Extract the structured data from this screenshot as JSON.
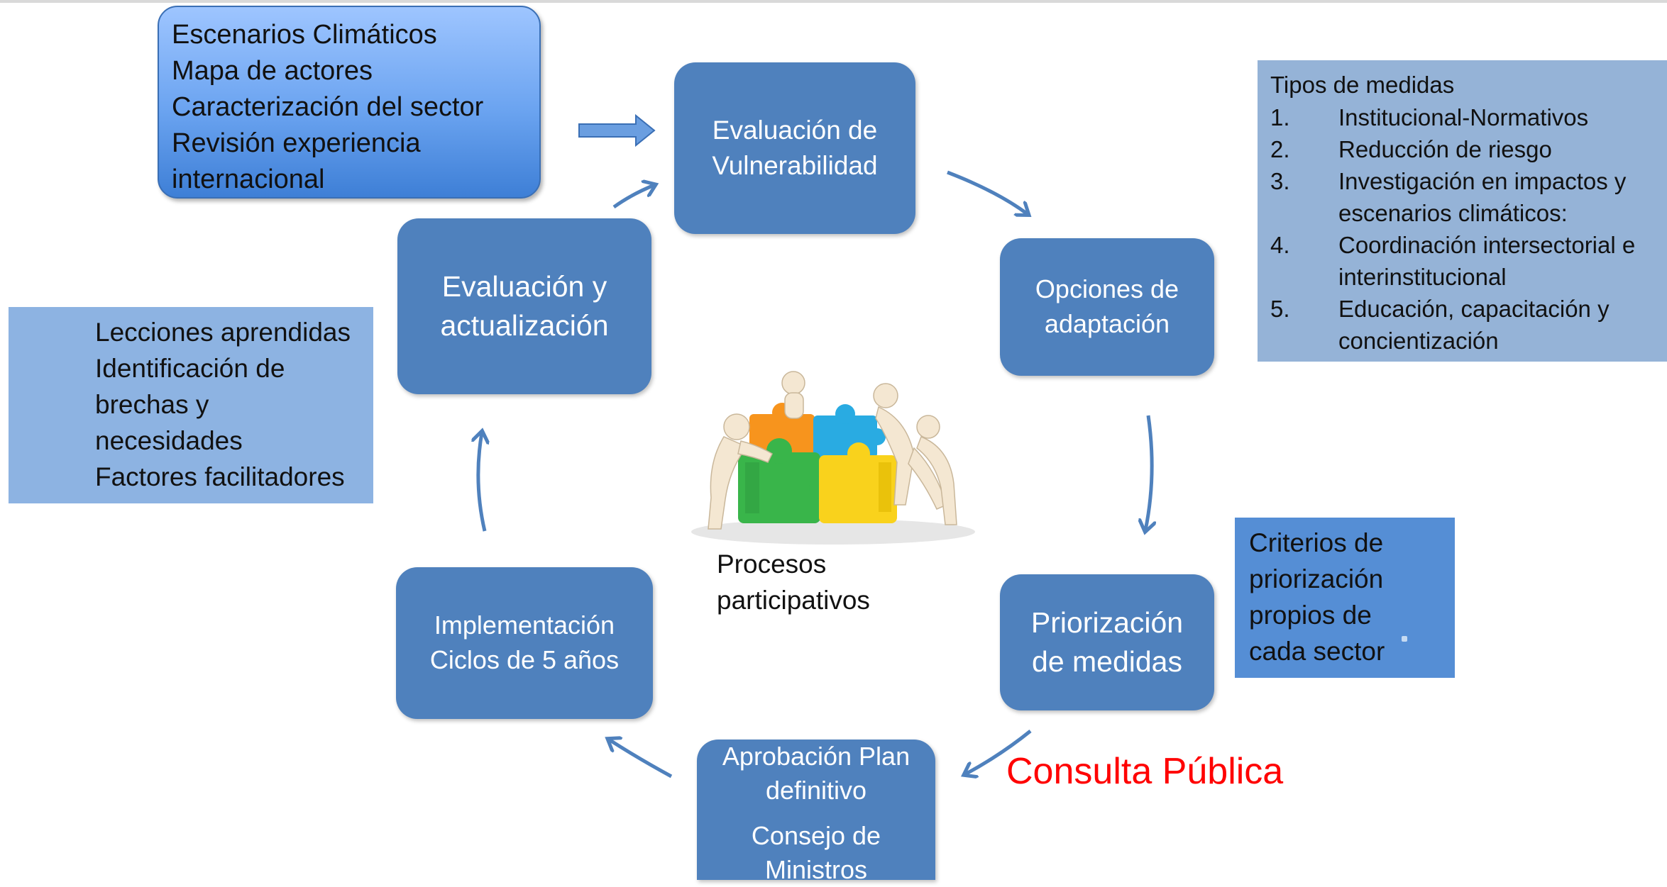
{
  "inputs_box": {
    "lines": [
      "Escenarios Climáticos",
      "Mapa de actores",
      "Caracterización del sector",
      "Revisión experiencia",
      "internacional"
    ]
  },
  "cycle": {
    "vulnerability": [
      "Evaluación de",
      "Vulnerabilidad"
    ],
    "options": [
      "Opciones de",
      "adaptación"
    ],
    "prioritization": [
      "Priorización",
      "de medidas"
    ],
    "approval": [
      "Aprobación Plan",
      "definitivo",
      "Consejo de",
      "Ministros"
    ],
    "implementation": [
      "Implementación",
      "Ciclos de 5 años"
    ],
    "evaluation": [
      "Evaluación y",
      "actualización"
    ]
  },
  "measures": {
    "title": "Tipos de medidas",
    "items": [
      {
        "num": "1.",
        "lines": [
          "Institucional-Normativos"
        ]
      },
      {
        "num": "2.",
        "lines": [
          "Reducción de riesgo"
        ]
      },
      {
        "num": "3.",
        "lines": [
          "Investigación en impactos y",
          "escenarios climáticos:"
        ]
      },
      {
        "num": "4.",
        "lines": [
          "Coordinación intersectorial e",
          "interinstitucional"
        ]
      },
      {
        "num": "5.",
        "lines": [
          "Educación, capacitación y",
          "concientización"
        ]
      }
    ]
  },
  "lessons": [
    "Lecciones aprendidas",
    "Identificación de",
    "brechas y",
    "necesidades",
    "Factores facilitadores"
  ],
  "criteria": [
    "Criterios de",
    "priorización",
    "propios de",
    "cada sector"
  ],
  "center_label": [
    "Procesos",
    "participativos"
  ],
  "consulta": "Consulta Pública",
  "colors": {
    "node": "#4f81bd",
    "arrow": "#4f81bd",
    "measures_bg": "#95b3d7",
    "lessons_bg": "#8db3e2",
    "criteria_bg": "#558ed5",
    "consulta": "#ff0000"
  }
}
